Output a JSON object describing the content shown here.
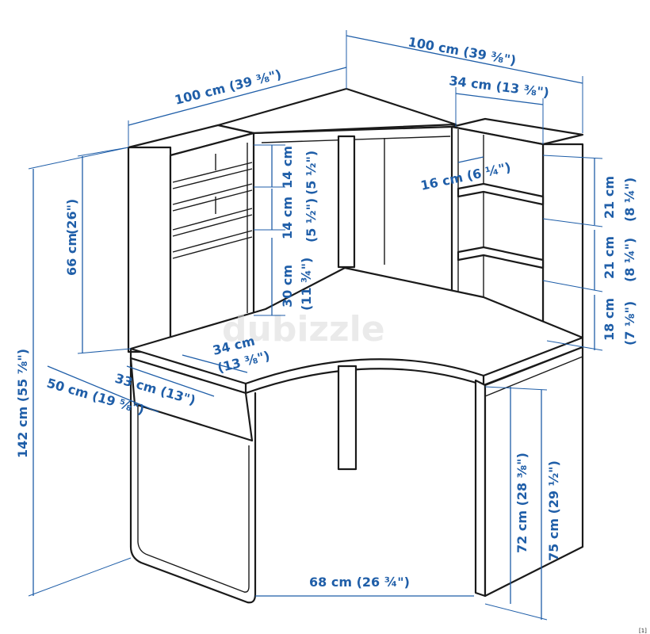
{
  "diagram": {
    "labels": {
      "top_right_width": "100 cm (39 ⅜\")",
      "top_left_width": "100 cm (39 ⅜\")",
      "shelf_depth_top": "34 cm (13 ⅜\")",
      "cubby_upper_cm": "14 cm",
      "cubby_upper_in": "(5 ½\")",
      "cubby_lower_cm": "14 cm",
      "cubby_lower_in": "(5 ½\")",
      "hutch_height_cm": "66 cm",
      "hutch_height_in": "(26\")",
      "total_height": "142 cm (55 ⅞\")",
      "drawer_height_cm": "30 cm",
      "drawer_height_in": "(11 ¾\")",
      "right_shelf_depth": "16 cm (6 ¼\")",
      "right_upper_cm": "21 cm",
      "right_upper_in": "(8 ¼\")",
      "right_mid_cm": "21 cm",
      "right_mid_in": "(8 ¼\")",
      "right_low_cm": "18 cm",
      "right_low_in": "(7 ⅛\")",
      "left_unit_depth_cm": "34 cm",
      "left_unit_depth_in": "(13 ⅜\")",
      "desk_depth_33": "33 cm (13\")",
      "desk_depth_50": "50 cm (19 ⅝\")",
      "leg_gap": "68 cm (26 ¾\")",
      "desk_height_72": "72 cm (28 ⅜\")",
      "desk_height_75": "75 cm (29 ½\")"
    },
    "watermark": "dubizzle",
    "corner_mark": "[1]",
    "colors": {
      "dimension": "#1f5ea8",
      "outline": "#1a1a1a",
      "watermark": "#d9d9d9"
    }
  }
}
